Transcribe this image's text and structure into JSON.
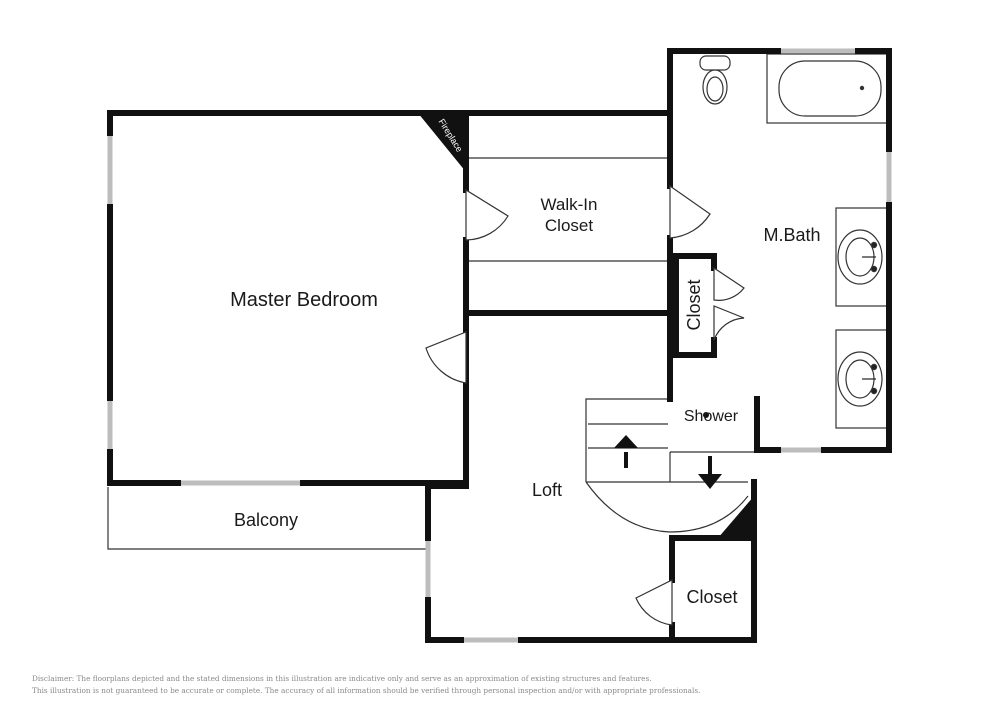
{
  "rooms": {
    "master_bedroom": "Master Bedroom",
    "walk_in_closet_line1": "Walk-In",
    "walk_in_closet_line2": "Closet",
    "fireplace": "Fireplace",
    "master_bath": "M.Bath",
    "bath_closet": "Closet",
    "shower": "Shower",
    "loft": "Loft",
    "loft_closet": "Closet",
    "balcony": "Balcony"
  },
  "disclaimer": {
    "line1": "Disclaimer: The floorplans depicted and the stated dimensions in this illustration are indicative only and serve as an approximation of existing structures and features.",
    "line2": "This illustration is not guaranteed to be accurate or complete. The accuracy of all information should be verified through personal inspection and/or with appropriate professionals."
  },
  "colors": {
    "wall": "#111111",
    "thin_line": "#333333",
    "window": "#bdbdbd",
    "disclaimer_text": "#8a8a8a"
  }
}
